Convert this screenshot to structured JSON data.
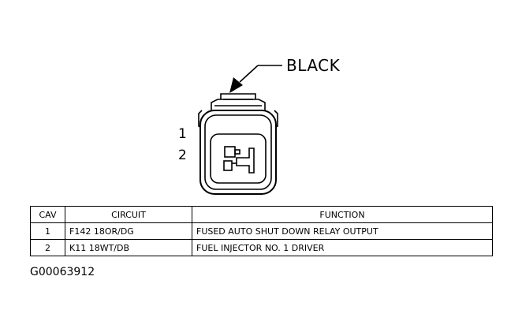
{
  "connector": {
    "color_label": "BLACK",
    "cavity_numbers": [
      "1",
      "2"
    ]
  },
  "table": {
    "headers": [
      "CAV",
      "CIRCUIT",
      "FUNCTION"
    ],
    "rows": [
      {
        "cav": "1",
        "circuit": "F142 18OR/DG",
        "function": "FUSED AUTO SHUT DOWN RELAY OUTPUT"
      },
      {
        "cav": "2",
        "circuit": "K11 18WT/DB",
        "function": "FUEL INJECTOR NO. 1 DRIVER"
      }
    ]
  },
  "figure_id": "G00063912"
}
